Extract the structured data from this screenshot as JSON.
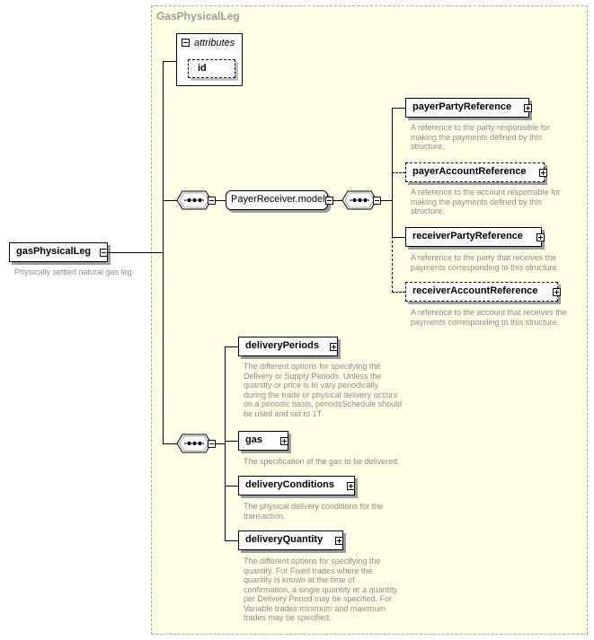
{
  "type_name": "GasPhysicalLeg",
  "root": {
    "name": "gasPhysicalLeg",
    "description": "Physically settled natural gas leg."
  },
  "attributes": {
    "label": "attributes",
    "items": [
      "id"
    ]
  },
  "model_group": {
    "name": "PayerReceiver.model"
  },
  "payer_receiver": [
    {
      "name": "payerPartyReference",
      "optional": false,
      "description": [
        "A reference to the party responsible for",
        "making the payments defined by this",
        "structure."
      ]
    },
    {
      "name": "payerAccountReference",
      "optional": true,
      "description": [
        "A reference to the account responsible for",
        "making the payments defined by this",
        "structure."
      ]
    },
    {
      "name": "receiverPartyReference",
      "optional": false,
      "description": [
        "A reference to the party that receives the",
        "payments corresponding to this structure."
      ]
    },
    {
      "name": "receiverAccountReference",
      "optional": true,
      "description": [
        "A reference to the account that receives the",
        "payments corresponding to this structure."
      ]
    }
  ],
  "gas_elements": [
    {
      "name": "deliveryPeriods",
      "description": [
        "The different options for specifying the",
        "Delivery or Supply Periods. Unless the",
        "quantity or price is to vary periodically",
        "during the trade or physical delivery occurs",
        "on a periodic basis, periodsSchedule should",
        "be used and set to 1T."
      ]
    },
    {
      "name": "gas",
      "description": [
        "The specification of the gas to be delivered."
      ]
    },
    {
      "name": "deliveryConditions",
      "description": [
        "The physical delivery conditions for the",
        "transaction."
      ]
    },
    {
      "name": "deliveryQuantity",
      "description": [
        "The different options for specifying the",
        "quantity. For Fixed trades where the",
        "quantity is known at the time of",
        "confirmation, a single quantity or a quantity",
        "per Delivery Period may be specified. For",
        "Variable trades minimum and maximum",
        "trades may be specified."
      ]
    }
  ]
}
